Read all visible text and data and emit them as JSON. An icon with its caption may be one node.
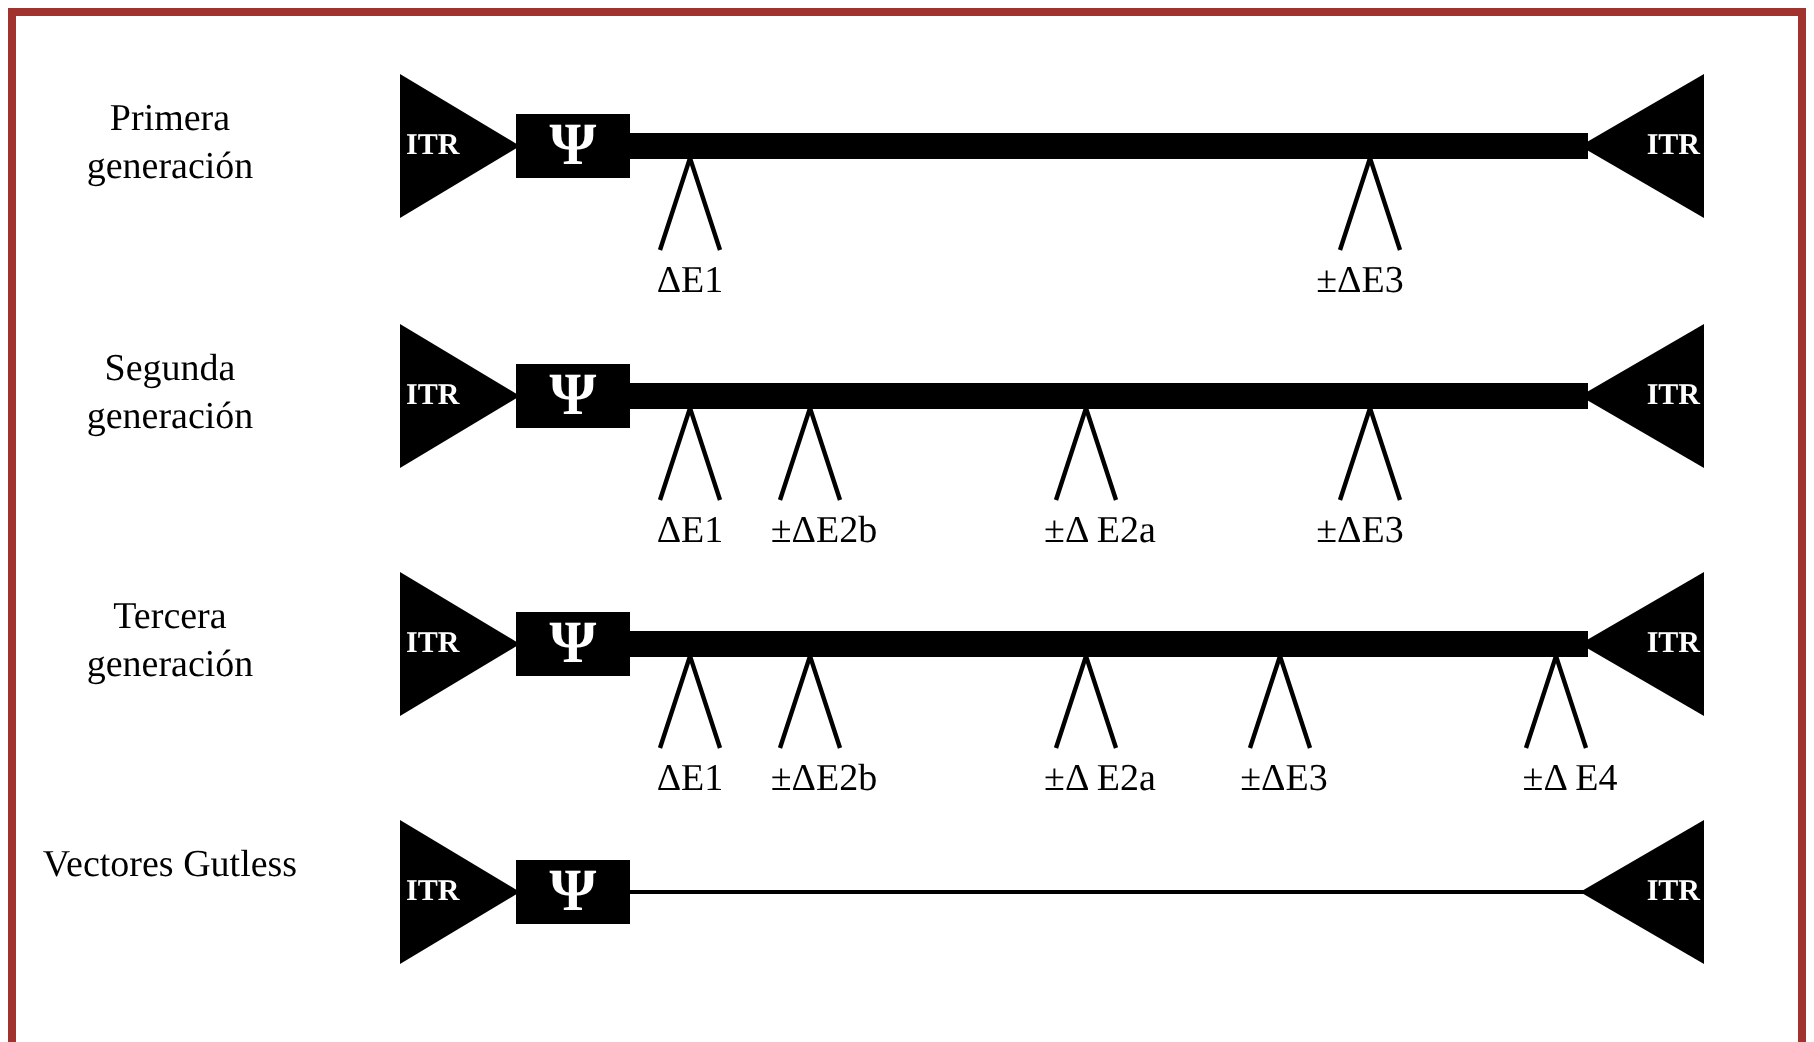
{
  "diagram": {
    "nodes": [
      {
        "text": [
          "ITR"
        ]
      },
      {
        "text": [
          "Ψ"
        ]
      },
      {
        "text": [
          "ITR"
        ]
      },
      {
        "text": [
          "ITR"
        ]
      },
      {
        "text": [
          "Ψ"
        ]
      },
      {
        "text": [
          "ITR"
        ]
      },
      {
        "text": [
          "ITR"
        ]
      },
      {
        "text": [
          "Ψ"
        ]
      },
      {
        "text": [
          "ITR"
        ]
      },
      {
        "text": [
          "ITR"
        ]
      },
      {
        "text": [
          "Ψ"
        ]
      },
      {
        "text": [
          "ITR"
        ]
      }
    ],
    "edges": [
      {
        "from": 1,
        "to": 2,
        "arrow": "none"
      },
      {
        "from": 4,
        "to": 5,
        "arrow": "none"
      },
      {
        "from": 7,
        "to": 8,
        "arrow": "none"
      },
      {
        "from": 10,
        "to": 11,
        "arrow": "none"
      }
    ],
    "labels": [
      "Primera generación",
      "ΔE1",
      "±ΔE3",
      "Segunda generación",
      "ΔE1",
      "±ΔE2b",
      "±Δ E2a",
      "±ΔE3",
      "Tercera generación",
      "ΔE1",
      "±ΔE2b",
      "±Δ E2a",
      "±ΔE3",
      "±Δ E4",
      "Vectores Gutless"
    ]
  }
}
